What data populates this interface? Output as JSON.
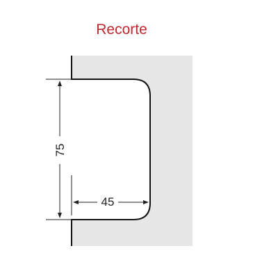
{
  "title": "Recorte",
  "dimensions": {
    "height_label": "75",
    "width_label": "45"
  },
  "colors": {
    "title": "#c0262d",
    "panel": "#e6e6e6",
    "outline": "#111111",
    "dimension_lines": "#222222"
  }
}
